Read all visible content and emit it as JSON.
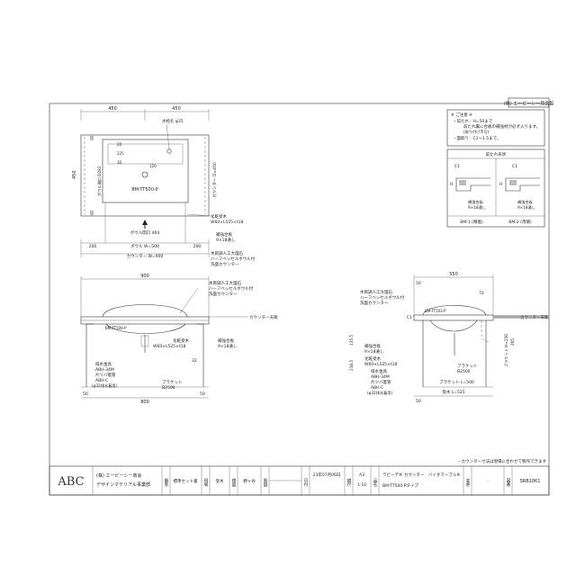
{
  "company_header": "(株) エービーシー商会製",
  "notes": {
    "heading": "※ ご注意 ※",
    "line1": "・前たれ：H=50まで",
    "line2": "前たれ裏に合板の補強材が必ず入ります。",
    "line3": "(取り付け不可)",
    "line4": "・面取り：C1～1.5まで。"
  },
  "edge_box": {
    "title": "前たれ形状",
    "left_label": "BM-1 (精着)",
    "right_label": "BM-2 (両側)",
    "c1": "C1",
    "h_label": "H",
    "reinforce": "補強合板",
    "reinforce_dim": "9×18通し"
  },
  "top_view": {
    "dim_left": "450",
    "dim_right": "450",
    "faucet_hole": "水栓孔 φ35",
    "d_20": "20",
    "d_225": "225",
    "d_30": "30",
    "d_120": "120",
    "d_450": "450",
    "bowl_depth": "ボウル開口 D282",
    "counter_depth": "カウンター D=450",
    "bowl_model": "BM-TT500-P",
    "bowl_opening": "ボウル開口 464",
    "dim_200_left": "200",
    "dim_bowl_w": "ボウル W=500",
    "dim_200_right": "200",
    "counter_width": "カウンター W=900",
    "leader1": "化粧受木",
    "leader1b": "W60×L525×t18",
    "leader2": "補強合板",
    "leader2b": "9×18通し",
    "leader3": "木目調人工大理石",
    "leader3b": "ハーフベッセルボウル付",
    "leader3c": "洗面カウンター"
  },
  "front_view": {
    "dim_top": "900",
    "label1": "木目調人工大理石",
    "label1b": "ハーフベッセルボウル付",
    "label1c": "洗面カウンター",
    "model": "BM-TT500-P",
    "counter_top": "カウンター天端",
    "receiver": "化粧受木",
    "receiver_b": "W60×L525×t18",
    "reinforce": "補強合板",
    "reinforce_b": "9×18通し",
    "drain": "排水金具",
    "drain_b": "ABH-34M",
    "drain_c": "片ツバ着管",
    "drain_d": "ABH-C",
    "drain_e": "(φ32排水着用)",
    "bracket": "ブラケット",
    "bracket_b": "B2500",
    "d_50": "50",
    "d_32": "32",
    "dim_bottom": "800",
    "d_50b": "50"
  },
  "side_view": {
    "dim_top": "550",
    "d_50": "50",
    "d_72": "72",
    "label1": "木目調人工大理石",
    "label1b": "ハーフベッセルボウル付",
    "label1c": "洗面カウンター",
    "model": "BM-TT503-P",
    "c1": "C1",
    "counter_top": "カウンター天端",
    "h_1355": "135.5",
    "h_2385": "238.5",
    "h_205": "205",
    "reinforce": "補強合板",
    "reinforce_b": "9×18通し",
    "receiver": "化粧受木",
    "receiver_b": "W60×L525×t18",
    "drain": "排水金具",
    "drain_b": "ABH-34M",
    "drain_c": "片ツバ着管",
    "drain_d": "ABH-C",
    "drain_e": "(φ32排水着用)",
    "bracket": "ブラケット",
    "bracket_b": "B2500",
    "bracket_span": "ブラケット L=500",
    "receiver_span": "受木 L=525",
    "vert": "ブラケット H=250",
    "d_50b": "50"
  },
  "footer_note": "・カウンター寸法は現場に合わせて製作できます",
  "title_block": {
    "logo": "ABC",
    "company1": "(株) エービーシー商会",
    "company2": "デザインマテリアル事業部",
    "f_customer": "顧客",
    "v_customer": "標準セット書",
    "f_site": "現場",
    "v_site": "受木",
    "f_label": "検図",
    "v_label": "野ヶ谷",
    "f_drawn": "製図",
    "f_date": "日付",
    "v_date": "23年07月06日",
    "f_scale": "縮尺",
    "v_size": "A3",
    "v_scale": "1:10",
    "f_product": "品名",
    "v_product1": "ラピーデ® カウンター　バイオマーブル®",
    "v_product2": "BM-TT500-Pタイプ",
    "f_rev": "変更",
    "v_rev": "-",
    "f_no": "図番",
    "v_no": "SRB1061"
  }
}
